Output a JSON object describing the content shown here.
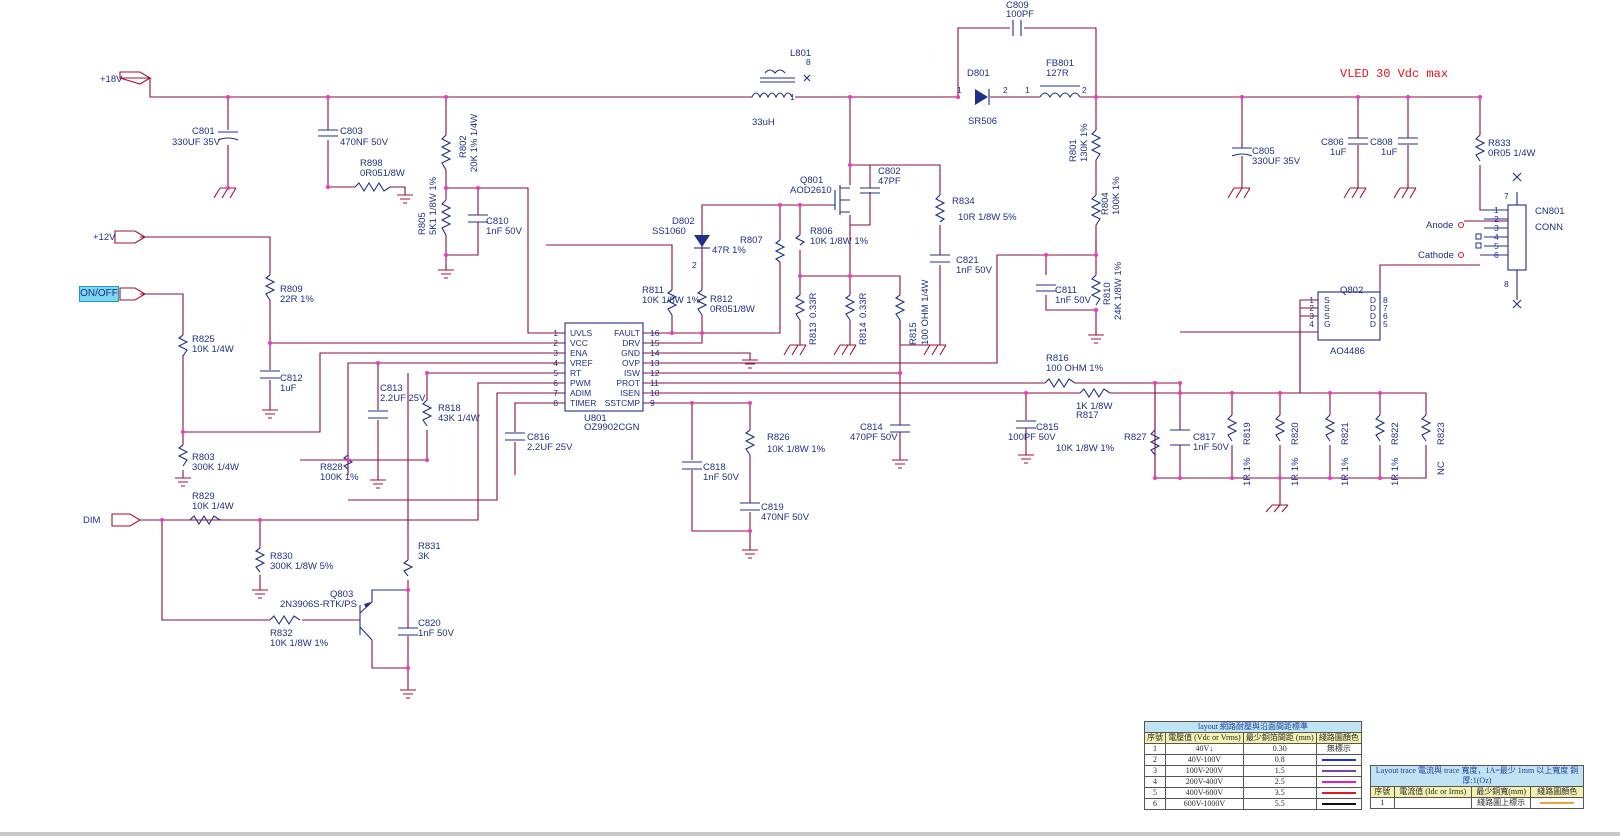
{
  "nets": {
    "v18": "+18V",
    "v12": "+12V",
    "onoff": "ON/OFF",
    "dim": "DIM",
    "anode": "Anode",
    "cathode": "Cathode",
    "vled_note": "VLED 30 Vdc max"
  },
  "ic": {
    "ref": "U801",
    "part": "OZ9902CGN",
    "left_pins": [
      {
        "num": "1",
        "name": "UVLS"
      },
      {
        "num": "2",
        "name": "VCC"
      },
      {
        "num": "3",
        "name": "ENA"
      },
      {
        "num": "4",
        "name": "VREF"
      },
      {
        "num": "5",
        "name": "RT"
      },
      {
        "num": "6",
        "name": "PWM"
      },
      {
        "num": "7",
        "name": "ADIM"
      },
      {
        "num": "8",
        "name": "TIMER"
      }
    ],
    "right_pins": [
      {
        "num": "16",
        "name": "FAULT"
      },
      {
        "num": "15",
        "name": "DRV"
      },
      {
        "num": "14",
        "name": "GND"
      },
      {
        "num": "13",
        "name": "OVP"
      },
      {
        "num": "12",
        "name": "ISW"
      },
      {
        "num": "11",
        "name": "PROT"
      },
      {
        "num": "10",
        "name": "ISEN"
      },
      {
        "num": "9",
        "name": "SSTCMP"
      }
    ]
  },
  "mosfet_q802": {
    "ref": "Q802",
    "part": "AO4486",
    "left_pins": [
      {
        "num": "1",
        "name": "S"
      },
      {
        "num": "2",
        "name": "S"
      },
      {
        "num": "3",
        "name": "S"
      },
      {
        "num": "4",
        "name": "G"
      }
    ],
    "right_pins": [
      {
        "num": "8",
        "name": "D"
      },
      {
        "num": "7",
        "name": "D"
      },
      {
        "num": "6",
        "name": "D"
      },
      {
        "num": "5",
        "name": "D"
      }
    ]
  },
  "connector": {
    "ref": "CN801",
    "part": "CONN",
    "pins": [
      "1",
      "2",
      "3",
      "4",
      "5",
      "6"
    ],
    "pin_top": "7",
    "pin_bottom": "8"
  },
  "labels": {
    "C801": "C801",
    "C801v": "330UF 35V",
    "C803": "C803",
    "C803v": "470NF 50V",
    "R898": "R898",
    "R898v": "0R051/8W",
    "R802": "R802",
    "R802v": "20K 1% 1/4W",
    "R805": "R805",
    "R805v": "5K1 1/8W 1%",
    "C810": "C810",
    "C810v": "1nF 50V",
    "L801": "L801",
    "L801v": "33uH",
    "C809": "C809",
    "C809v": "100PF",
    "D801": "D801",
    "D801v": "SR506",
    "FB801": "FB801",
    "FB801v": "127R",
    "Q801": "Q801",
    "Q801v": "AOD2610",
    "C802": "C802",
    "C802v": "47PF",
    "R834": "R834",
    "R834v": "10R 1/8W 5%",
    "C821": "C821",
    "C821v": "1nF 50V",
    "D802": "D802",
    "D802v": "SS1060",
    "R807": "R807",
    "R807v": "47R 1%",
    "R806": "R806",
    "R806v": "10K 1/8W 1%",
    "R811": "R811",
    "R811v": "10K 1/8W 1%",
    "R812": "R812",
    "R812v": "0R051/8W",
    "R813": "R813",
    "R813v": "0.33R",
    "R814": "R814",
    "R814v": "0.33R",
    "R815": "R815",
    "R815v": "100 OHM 1/4W",
    "R801": "R801",
    "R801v": "130K 1%",
    "R804": "R804",
    "R804v": "100K 1%",
    "C811": "C811",
    "C811v": "1nF 50V",
    "R810": "R810",
    "R810v": "24K 1/8W 1%",
    "C805": "C805",
    "C805v": "330UF 35V",
    "C806": "C806",
    "C806v": "1uF",
    "C808": "C808",
    "C808v": "1uF",
    "R833": "R833",
    "R833v": "0R05 1/4W",
    "R809": "R809",
    "R809v": "22R 1%",
    "C812": "C812",
    "C812v": "1uF",
    "R825": "R825",
    "R825v": "10K 1/4W",
    "R803": "R803",
    "R803v": "300K 1/4W",
    "C813": "C813",
    "C813v": "2.2UF 25V",
    "R818": "R818",
    "R818v": "43K 1/4W",
    "C816": "C816",
    "C816v": "2.2UF 25V",
    "R828": "R828",
    "R828v": "100K 1%",
    "R829": "R829",
    "R829v": "10K 1/4W",
    "R830": "R830",
    "R830v": "300K 1/8W 5%",
    "R831": "R831",
    "R831v": "3K",
    "Q803": "Q803",
    "Q803v": "2N3906S-RTK/PS",
    "R832": "R832",
    "R832v": "10K 1/8W 1%",
    "C820": "C820",
    "C820v": "1nF 50V",
    "C814": "C814",
    "C814v": "470PF 50V",
    "C818": "C818",
    "C818v": "1nF 50V",
    "R826": "R826",
    "R826v": "10K 1/8W 1%",
    "C819": "C819",
    "C819v": "470NF 50V",
    "R816": "R816",
    "R816v": "100 OHM 1%",
    "R817": "R817",
    "R817v": "1K 1/8W",
    "C815": "C815",
    "C815v": "100PF 50V",
    "C815b": "10K 1/8W 1%",
    "R827": "R827",
    "C817": "C817",
    "C817v": "1nF 50V",
    "R819": "R819",
    "R819v": "1R 1%",
    "R820": "R820",
    "R820v": "1R 1%",
    "R821": "R821",
    "R821v": "1R 1%",
    "R822": "R822",
    "R822v": "1R 1%",
    "R823": "R823",
    "R823v": "NC"
  },
  "table1": {
    "caption": "layout 網路耐壓與沿面間距標準",
    "headers": [
      "序號",
      "電壓值 (Vdc or Vrms)",
      "最少銅箔間距 (mm)",
      "綫路圖顏色"
    ],
    "rows": [
      {
        "no": "1",
        "voltage": "40V↓",
        "spacing": "0.30",
        "color_text": "無標示",
        "color": ""
      },
      {
        "no": "2",
        "voltage": "40V-100V",
        "spacing": "0.8",
        "color_text": "",
        "color": "#1b2fd8"
      },
      {
        "no": "3",
        "voltage": "100V-200V",
        "spacing": "1.5",
        "color_text": "",
        "color": "#7a3fb0"
      },
      {
        "no": "4",
        "voltage": "200V-400V",
        "spacing": "2.5",
        "color_text": "",
        "color": "#e21ccf"
      },
      {
        "no": "5",
        "voltage": "400V-600V",
        "spacing": "3.5",
        "color_text": "",
        "color": "#e21a1a"
      },
      {
        "no": "6",
        "voltage": "600V-1000V",
        "spacing": "5.5",
        "color_text": "",
        "color": "#111111"
      }
    ]
  },
  "table2": {
    "caption": "Layout trace 電流與 trace 寬度，1A=最少 1mm 以上寬度 銅厚:1(Oz)",
    "headers": [
      "序號",
      "電流值 (Idc or Irms)",
      "最少銅寬(mm)",
      "綫路圖顏色"
    ],
    "rows": [
      {
        "no": "1",
        "current": "",
        "width": "綫路圖上標示",
        "color": "#f0a040"
      }
    ]
  }
}
